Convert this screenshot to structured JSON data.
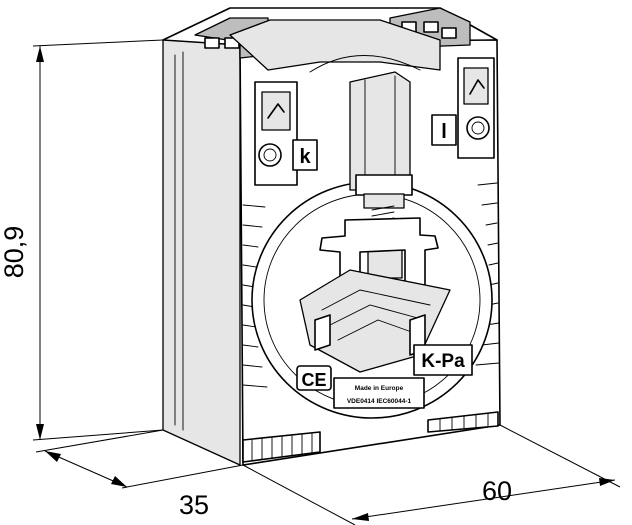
{
  "dimensions": {
    "height": "80,9",
    "depth": "35",
    "width": "60"
  },
  "front_labels": {
    "terminal_left": "k",
    "terminal_right": "l",
    "brand": "K-Pa",
    "ce_mark": "CE",
    "made_in": "Made in Europe",
    "standard": "VDE0414 IEC60044-1"
  }
}
